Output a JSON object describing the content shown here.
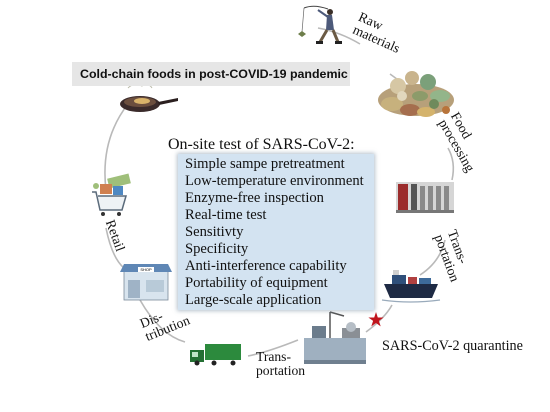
{
  "title": "Cold-chain foods in post-COVID-19 pandemic",
  "center": {
    "heading": "On-site test of SARS-CoV-2:",
    "items": [
      "Simple sampe pretreatment",
      "Low-temperature environment",
      "Enzyme-free inspection",
      "Real-time test",
      "Sensitivty",
      "Specificity",
      "Anti-interference capability",
      "Portability of equipment",
      "Large-scale application"
    ]
  },
  "stages": {
    "raw_line1": "Raw",
    "raw_line2": "materials",
    "food_line1": "Food",
    "food_line2": "processing",
    "trans1_line1": "Trans-",
    "trans1_line2": "portation",
    "quarantine": "SARS-CoV-2 quarantine",
    "trans2_line1": "Trans-",
    "trans2_line2": "portation",
    "dist_line1": "Dis-",
    "dist_line2": "tribution",
    "retail": "Retail",
    "shop_sign": "SHOP"
  },
  "colors": {
    "cycle_line": "#b9b9b9",
    "box_fill": "#d3e3f1",
    "title_bar": "#e6e6e6",
    "star": "#c0141c",
    "truck": "#2c8a3d"
  }
}
